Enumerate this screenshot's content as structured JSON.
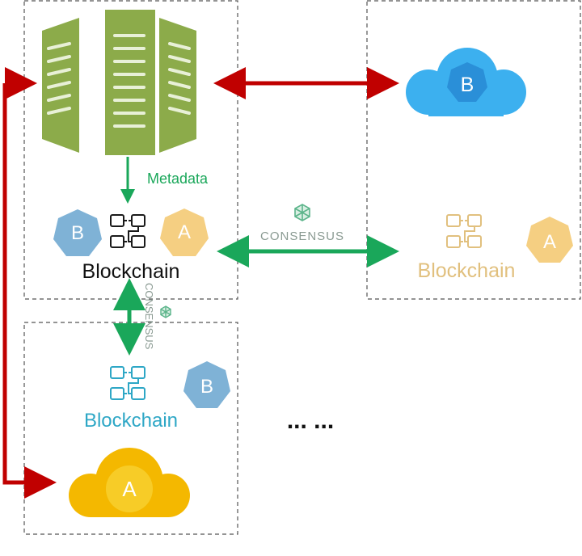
{
  "labels": {
    "metadata": "Metadata",
    "consensus_horizontal": "CONSENSUS",
    "consensus_vertical": "CONSENSUS",
    "blockchain_main": "Blockchain",
    "blockchain_right": "Blockchain",
    "blockchain_bottom": "Blockchain",
    "ellipsis": "... ..."
  },
  "badges": {
    "b_main": "B",
    "a_main": "A",
    "b_cloud": "B",
    "a_right": "A",
    "b_bottom": "B",
    "a_cloud": "A"
  },
  "colors": {
    "server_green": "#8cab4a",
    "arrow_red": "#c00000",
    "arrow_green": "#1aa75a",
    "metadata_green": "#1aa75a",
    "consensus_gray": "#8a9a92",
    "badge_blue": "#7fb2d6",
    "badge_gold": "#f5cf82",
    "cloud_blue": "#3cb0ef",
    "cloud_blue_hex": "#2a8fd8",
    "cloud_yellow": "#f4b800",
    "blockchain_black": "#111111",
    "blockchain_tan": "#e1c07e",
    "blockchain_teal": "#2ea7c6"
  },
  "icons": [
    "server-rack-icon",
    "blockchain-icon",
    "cube-icon",
    "cloud-icon",
    "heptagon-badge-icon"
  ]
}
